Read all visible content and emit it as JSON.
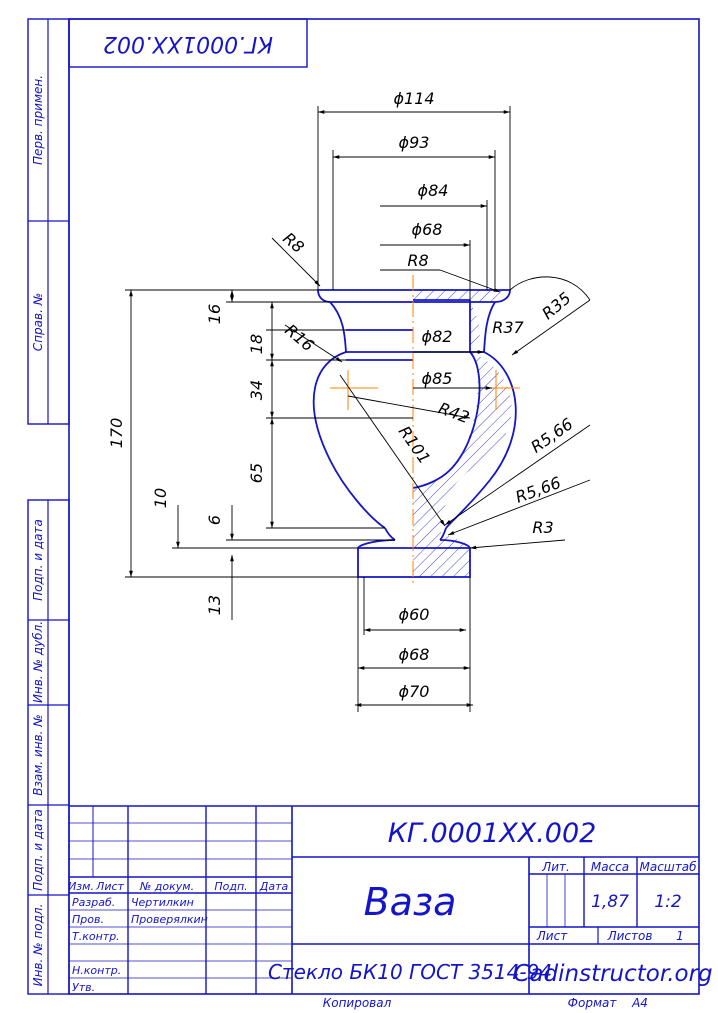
{
  "sheet": {
    "designation": "КГ.0001ХХ.002",
    "designation_rotated": "КГ.0001ХХ.002",
    "part_name": "Ваза",
    "material": "Стекло БК10  ГОСТ 3514-94",
    "organization": "Cadinstructor.org",
    "mass": "1,87",
    "scale": "1:2",
    "sheet_label": "Лист",
    "sheets_label": "Листов",
    "sheets_count": "1",
    "lit_header": "Лит.",
    "mass_header": "Масса",
    "scale_header": "Масштаб",
    "copied_label": "Копировал",
    "format_label": "Формат",
    "format_value": "А4"
  },
  "revision_table": {
    "headers": [
      "Изм.",
      "Лист",
      "№ докум.",
      "Подп.",
      "Дата"
    ],
    "roles": [
      "Разраб.",
      "Пров.",
      "Т.контр.",
      "",
      "Н.контр.",
      "Утв."
    ],
    "names": [
      "Чертилкин",
      "Проверялкин",
      "",
      "",
      "",
      ""
    ]
  },
  "side_labels": [
    "Перв. примен.",
    "Справ. №",
    "Подп. и дата",
    "Инв. № дубл.",
    "Взам. инв. №",
    "Подп. и дата",
    "Инв. № подл."
  ],
  "dimensions": {
    "d114": "ϕ114",
    "d93": "ϕ93",
    "d84": "ϕ84",
    "d68_top": "ϕ68",
    "r8_top": "R8",
    "r8_left": "R8",
    "r35": "R35",
    "r37": "R37",
    "d82": "ϕ82",
    "r16": "R16",
    "d85": "ϕ85",
    "r42": "R42",
    "r101": "R101",
    "r566_a": "R5,66",
    "r566_b": "R5,66",
    "r3": "R3",
    "h170": "170",
    "h16": "16",
    "h18": "18",
    "h34": "34",
    "h65": "65",
    "h10": "10",
    "h6": "6",
    "h13": "13",
    "d60": "ϕ60",
    "d68_bottom": "ϕ68",
    "d70": "ϕ70"
  }
}
